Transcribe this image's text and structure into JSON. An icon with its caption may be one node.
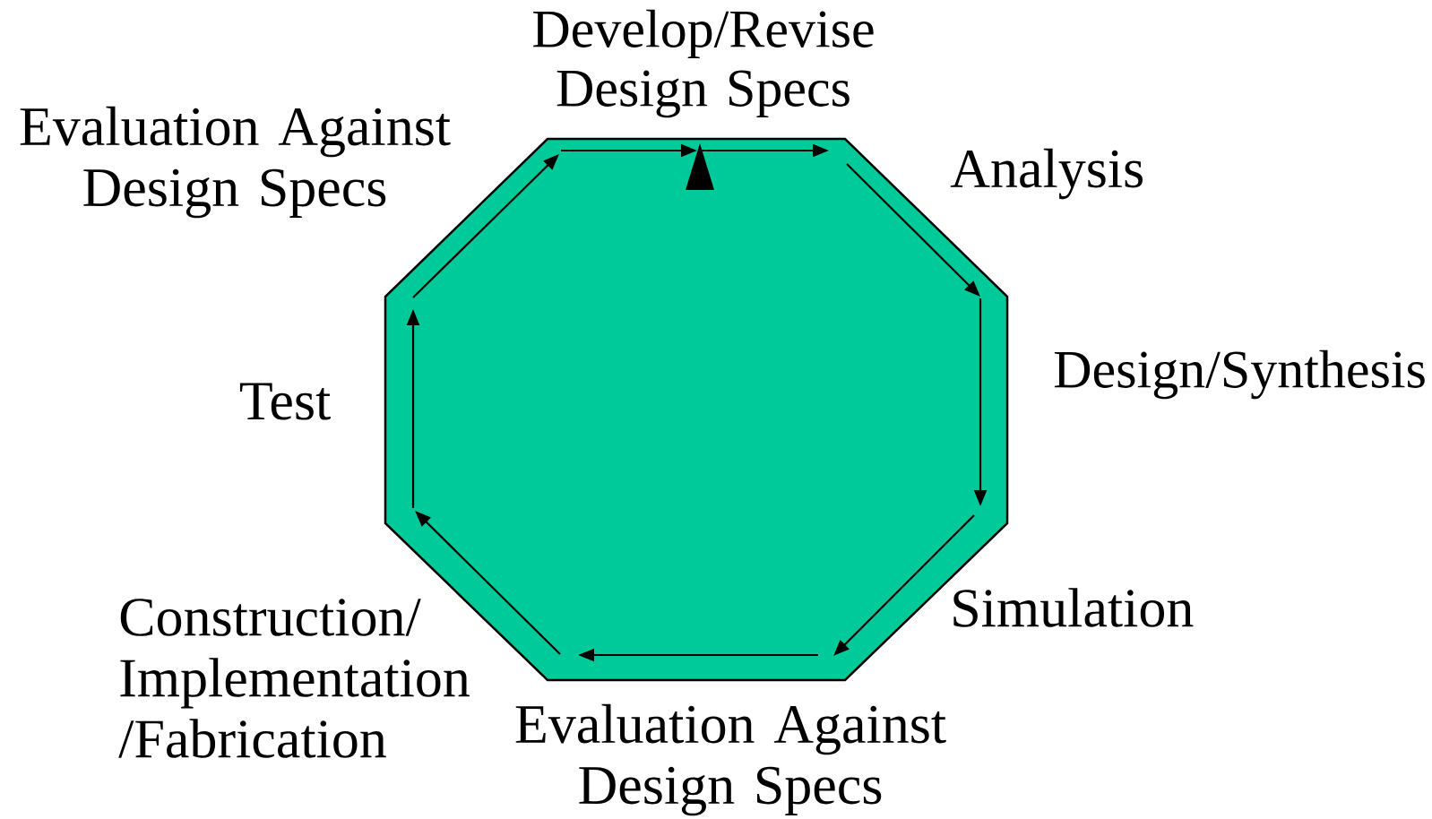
{
  "diagram": {
    "nodes": [
      {
        "text": [],
        "shape": "octagon"
      }
    ],
    "edges": [],
    "labels": [
      "Develop/Revise Design Specs",
      "Evaluation Against Design Specs",
      "Analysis",
      "Design/Synthesis",
      "Test",
      "Construction/ Implementation /Fabrication",
      "Simulation",
      "Evaluation Against Design Specs"
    ]
  }
}
